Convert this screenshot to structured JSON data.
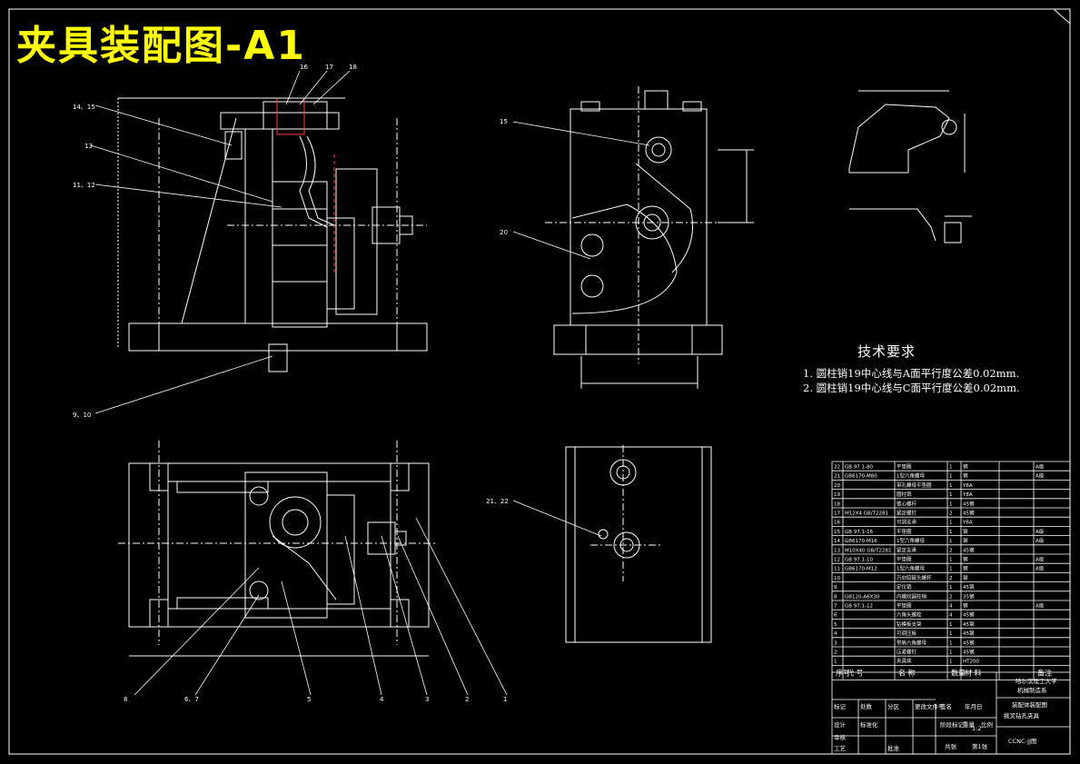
{
  "drawing_title": "夹具装配图-A1",
  "tech_requirements": {
    "heading": "技术要求",
    "items": [
      "1. 圆柱销19中心线与A面平行度公差0.02mm.",
      "2. 圆柱销19中心线与C面平行度公差0.02mm."
    ]
  },
  "balloons": {
    "front": [
      "14、15",
      "13",
      "11、12",
      "9、10",
      "16",
      "17",
      "18"
    ],
    "side": [
      "15",
      "20"
    ],
    "top": [
      "8",
      "6、7",
      "5",
      "4",
      "3",
      "2",
      "1"
    ],
    "aux": [
      "21、22"
    ]
  },
  "bom_header": [
    "序号",
    "代 号",
    "名 称",
    "数量",
    "材 料",
    "备注"
  ],
  "bom_rows": [
    [
      "22",
      "GB 97.1-80",
      "平垫圈",
      "1",
      "钢",
      "A级"
    ],
    [
      "21",
      "GB6170-M80",
      "1型六角螺母",
      "1",
      "钢",
      "A级"
    ],
    [
      "20",
      "",
      "带孔螺母平垫圈",
      "1",
      "Y8A",
      ""
    ],
    [
      "19",
      "",
      "圆柱销",
      "1",
      "Y8A",
      ""
    ],
    [
      "18",
      "",
      "锥心螺杆",
      "1",
      "45钢",
      ""
    ],
    [
      "17",
      "M12X4 GB/T2281",
      "紧定螺钉",
      "2",
      "45钢",
      ""
    ],
    [
      "16",
      "",
      "可调支承",
      "1",
      "Y8A",
      ""
    ],
    [
      "15",
      "GB 97.1-16",
      "平垫圈",
      "1",
      "钢",
      "A级"
    ],
    [
      "14",
      "GB6170-M16",
      "1型六角螺母",
      "1",
      "钢",
      "A级"
    ],
    [
      "13",
      "M10X40 GB/T2281",
      "紧定支承",
      "2",
      "45钢",
      ""
    ],
    [
      "12",
      "GB 97.1-10",
      "平垫圈",
      "1",
      "钢",
      "A级"
    ],
    [
      "11",
      "GB6170-M12",
      "1型六角螺母",
      "1",
      "钢",
      "A级"
    ],
    [
      "10",
      "",
      "万向铰链头螺杆",
      "2",
      "钢",
      ""
    ],
    [
      "9",
      "",
      "定位销",
      "1",
      "45钢",
      ""
    ],
    [
      "8",
      "GB120-A6X30",
      "内螺纹圆柱销",
      "2",
      "35钢",
      ""
    ],
    [
      "7",
      "GB 97.1-12",
      "平垫圈",
      "4",
      "钢",
      "A级"
    ],
    [
      "6",
      "",
      "六角头螺栓",
      "4",
      "45钢",
      ""
    ],
    [
      "5",
      "",
      "钻模板支架",
      "1",
      "45钢",
      ""
    ],
    [
      "4",
      "",
      "可调压板",
      "1",
      "45钢",
      ""
    ],
    [
      "3",
      "",
      "带肩六角螺母",
      "1",
      "45钢",
      ""
    ],
    [
      "2",
      "",
      "压紧螺钉",
      "1",
      "45钢",
      ""
    ],
    [
      "1",
      "",
      "夹具体",
      "1",
      "HT200",
      ""
    ]
  ],
  "title_block": {
    "school": "哈尔滨理工大学",
    "dept": "机械制造系",
    "name": "装配体装配图",
    "subname": "拨叉钻孔夹具",
    "code": "CCNC-JJ图",
    "scale": "1:2",
    "sheet": "第1张",
    "labels": [
      "标记",
      "处数",
      "分区",
      "更改文件号",
      "签名",
      "年月日",
      "设计",
      "标准化",
      "审核",
      "工艺",
      "批准",
      "阶段标记",
      "重量",
      "比例",
      "共张"
    ]
  }
}
